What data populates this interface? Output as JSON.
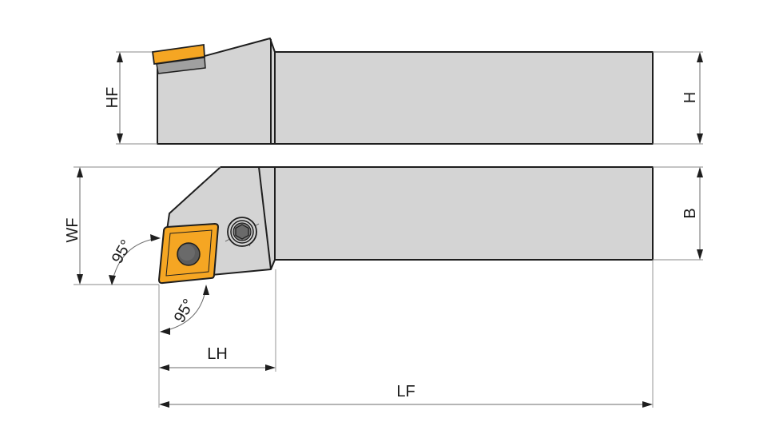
{
  "diagram": {
    "title": "",
    "subject": "Turning tool holder with square insert (side and top views)",
    "colors": {
      "body_fill": "#d4d4d4",
      "outline": "#1e1e1e",
      "insert_fill": "#f5a623",
      "shim_fill": "#a0a0a0",
      "screw_fill": "#606060",
      "dimension_line": "#6b6b6b"
    },
    "side_view": {
      "dimensions": {
        "hf_label": "HF",
        "h_label": "H"
      }
    },
    "top_view": {
      "dimensions": {
        "wf_label": "WF",
        "b_label": "B",
        "lh_label": "LH",
        "lf_label": "LF"
      },
      "angles": {
        "upper_angle": "95°",
        "lower_angle": "95°"
      }
    }
  }
}
